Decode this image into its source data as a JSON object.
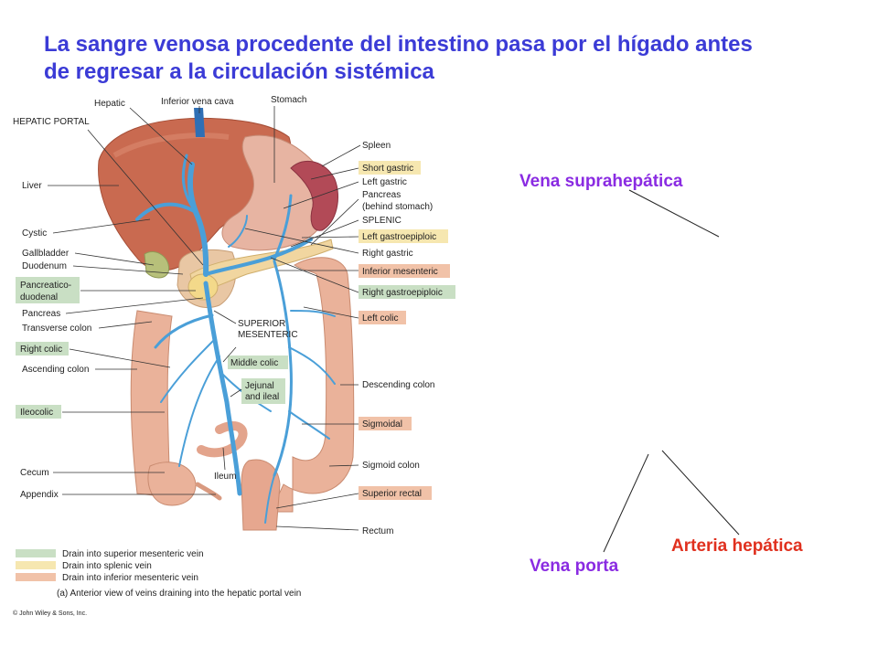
{
  "title": {
    "line1": "La sangre venosa procedente del intestino pasa por el hígado antes",
    "line2": "de regresar a la circulación sistémica"
  },
  "colors": {
    "title": "#3b3bd6",
    "callout_purple": "#8a2be2",
    "callout_red": "#e0301e",
    "green": "#c9dfc4",
    "yellow": "#f6e7b0",
    "salmon": "#f1c2a8",
    "liver": "#c96a50",
    "vein": "#4a9fd8",
    "colon": "#eab29a"
  },
  "labels": {
    "hepatic": "Hepatic",
    "inferior_vena_cava": "Inferior vena cava",
    "stomach": "Stomach",
    "hepatic_portal": "HEPATIC PORTAL",
    "liver": "Liver",
    "cystic": "Cystic",
    "gallbladder": "Gallbladder",
    "duodenum": "Duodenum",
    "pancreatico_duodenal_1": "Pancreatico-",
    "pancreatico_duodenal_2": "duodenal",
    "pancreas": "Pancreas",
    "transverse_colon": "Transverse colon",
    "right_colic": "Right colic",
    "ascending_colon": "Ascending colon",
    "ileocolic": "Ileocolic",
    "cecum": "Cecum",
    "appendix": "Appendix",
    "spleen": "Spleen",
    "short_gastric": "Short gastric",
    "left_gastric": "Left gastric",
    "pancreas_behind_1": "Pancreas",
    "pancreas_behind_2": "(behind stomach)",
    "splenic": "SPLENIC",
    "left_gastroepiploic": "Left gastroepiploic",
    "right_gastric": "Right gastric",
    "inferior_mesenteric": "Inferior mesenteric",
    "right_gastroepiploic": "Right gastroepiploic",
    "left_colic": "Left colic",
    "superior_mesenteric_1": "SUPERIOR",
    "superior_mesenteric_2": "MESENTERIC",
    "middle_colic": "Middle colic",
    "jejunal_1": "Jejunal",
    "jejunal_2": "and ileal",
    "descending_colon": "Descending colon",
    "sigmoidal": "Sigmoidal",
    "sigmoid_colon": "Sigmoid colon",
    "ileum": "Ileum",
    "superior_rectal": "Superior rectal",
    "rectum": "Rectum"
  },
  "legend": {
    "superior": "Drain into superior mesenteric vein",
    "splenic": "Drain into splenic vein",
    "inferior": "Drain into inferior mesenteric vein"
  },
  "caption": "(a) Anterior view of veins draining into the hepatic portal vein",
  "copyright": "© John Wiley & Sons, Inc.",
  "callouts": {
    "suprahepatica": "Vena suprahepática",
    "porta": "Vena porta",
    "arteria": "Arteria hepática"
  }
}
